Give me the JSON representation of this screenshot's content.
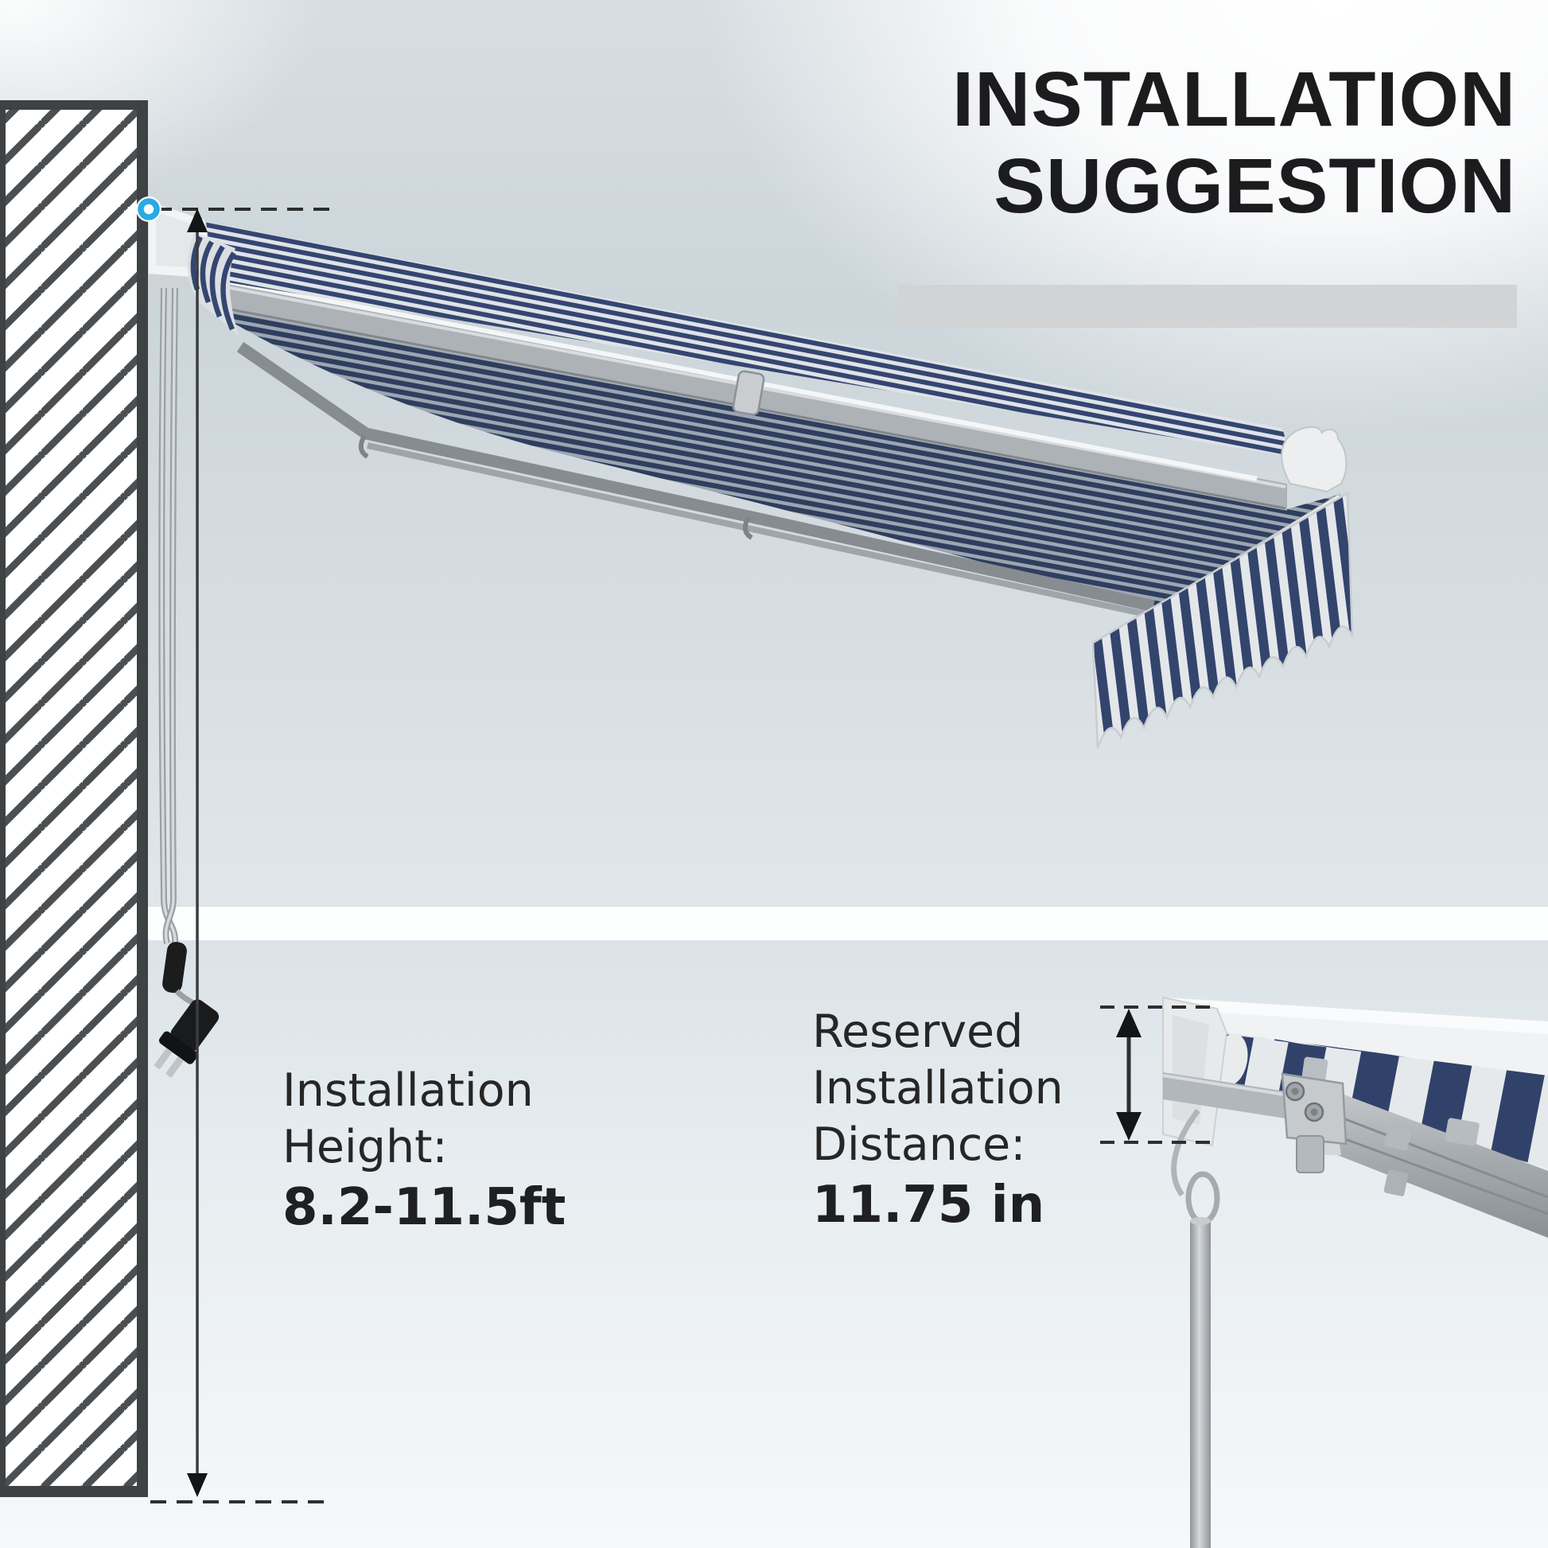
{
  "header": {
    "title_line1": "INSTALLATION",
    "title_line2": "SUGGESTION"
  },
  "specs": {
    "height": {
      "label_lines": [
        "Installation",
        "Height:"
      ],
      "value": "8.2-11.5ft"
    },
    "distance": {
      "label_lines": [
        "Reserved",
        "Installation",
        "Distance:"
      ],
      "value": "11.75 in"
    }
  },
  "icons": {
    "mount_point_marker": "cyan-ring",
    "height_dimension": "vertical-double-arrow-dashed-ends",
    "distance_dimension": "vertical-double-arrow-dashed-ends"
  },
  "colors": {
    "accent_cyan": "#29aae1",
    "fabric_navy": "#31426a",
    "fabric_light": "#e3e6ea",
    "metal_gray": "#9aa0a4",
    "wall_hatch": "#4b4f51",
    "title_text": "#1c1c1e",
    "underline_bar": "#d2d3d4",
    "background_blue_gray": "#ccd5da"
  }
}
